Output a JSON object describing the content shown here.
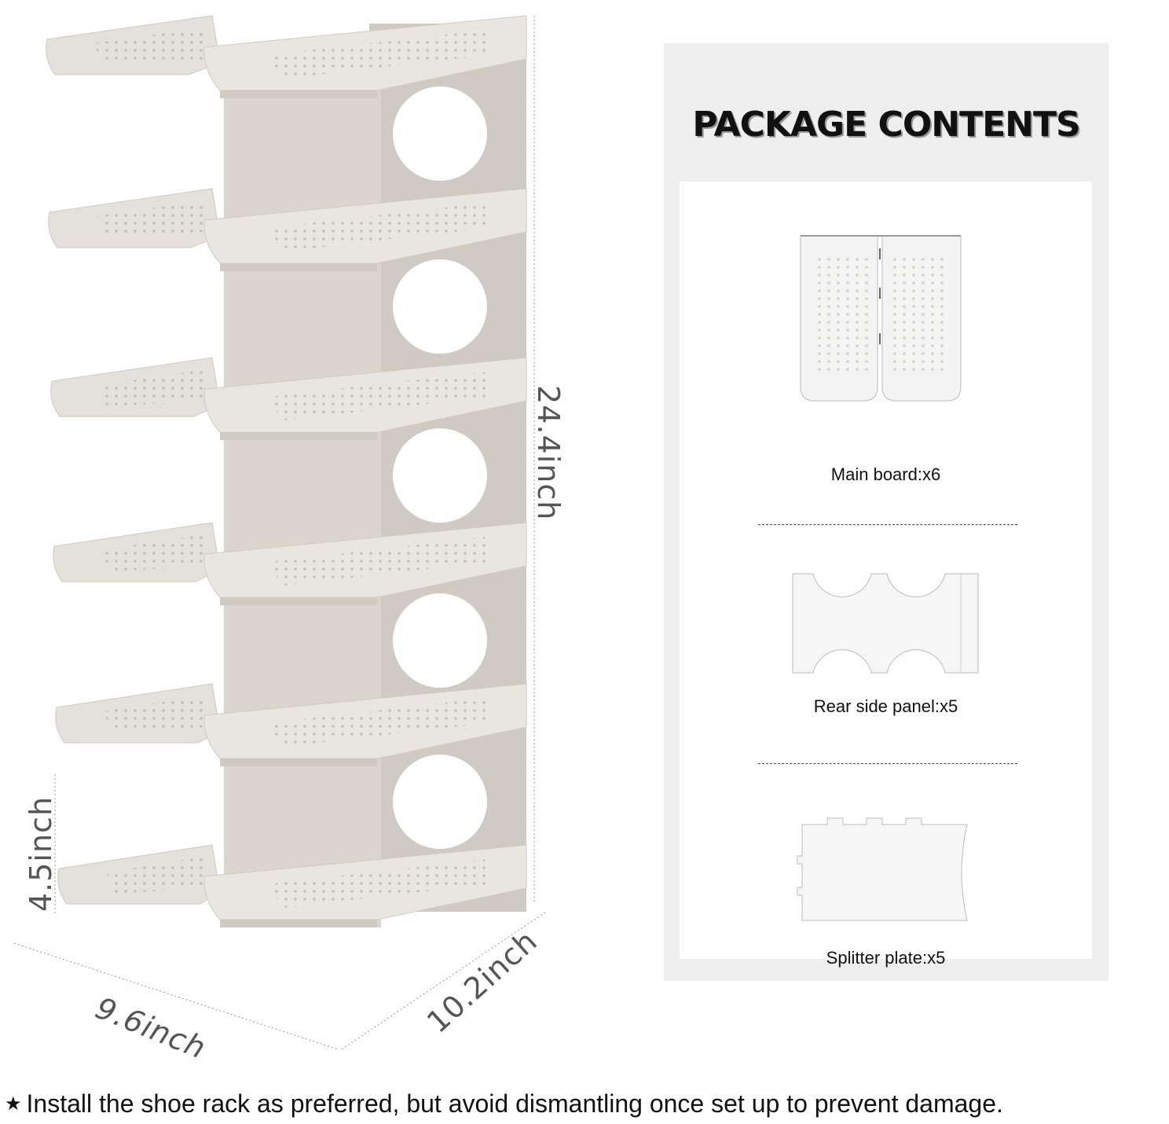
{
  "dimensions": {
    "height": "24.4inch",
    "shelf_gap": "4.5inch",
    "width": "9.6inch",
    "depth": "10.2inch"
  },
  "package": {
    "title": "PACKAGE CONTENTS",
    "items": [
      {
        "label": "Main board:x6",
        "icon": "main-board"
      },
      {
        "label": "Rear side panel:x5",
        "icon": "rear-side-panel"
      },
      {
        "label": "Splitter plate:x5",
        "icon": "splitter-plate"
      }
    ]
  },
  "note": {
    "star": "★",
    "text": "Install the shoe rack as preferred, but avoid dismantling once set up to prevent damage."
  },
  "colors": {
    "rack": "#e4e1dc",
    "rack_shade": "#cfcbc4",
    "panel_bg": "#eeeeee"
  }
}
